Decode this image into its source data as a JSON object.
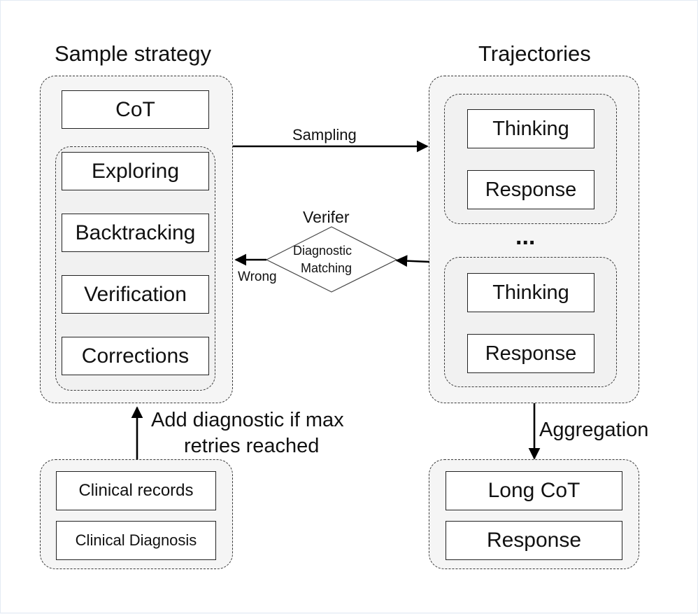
{
  "left": {
    "title": "Sample strategy",
    "cot": "CoT",
    "strategies": [
      "Exploring",
      "Backtracking",
      "Verification",
      "Corrections"
    ]
  },
  "right": {
    "title": "Trajectories",
    "traj1": {
      "thinking": "Thinking",
      "response": "Response"
    },
    "ellipsis": "...",
    "traj2": {
      "thinking": "Thinking",
      "response": "Response"
    }
  },
  "inputs": [
    "Clinical records",
    "Clinical Diagnosis"
  ],
  "output": {
    "long_cot": "Long CoT",
    "response": "Response"
  },
  "verifier": {
    "title": "Verifer",
    "line1": "Diagnostic",
    "line2": "Matching"
  },
  "edges": {
    "sampling": "Sampling",
    "wrong": "Wrong",
    "feedback_line1": "Add diagnostic if max",
    "feedback_line2": "retries reached",
    "aggregation": "Aggregation"
  }
}
